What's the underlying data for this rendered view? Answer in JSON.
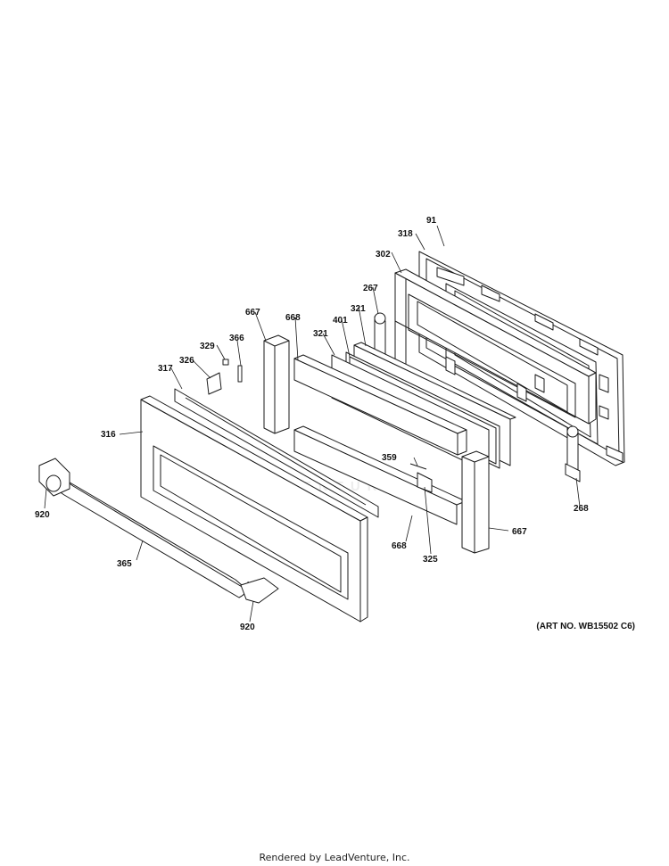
{
  "art_number": "(ART NO. WB15502 C6)",
  "footer": "Rendered by LeadVenture, Inc.",
  "part_labels": [
    "91",
    "318",
    "302",
    "267",
    "321",
    "401",
    "321",
    "668",
    "667",
    "366",
    "329",
    "326",
    "317",
    "316",
    "920",
    "365",
    "920",
    "359",
    "325",
    "668",
    "667",
    "268"
  ],
  "colors": {
    "line": "#1a1a1a",
    "label": "#111111",
    "background": "#ffffff"
  }
}
